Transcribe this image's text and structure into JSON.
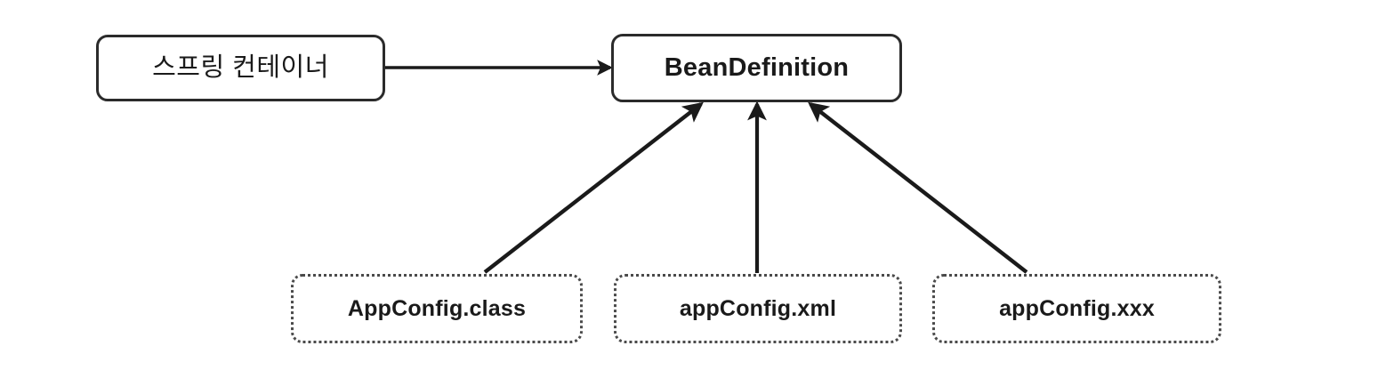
{
  "diagram": {
    "title": "Spring container BeanDefinition sources",
    "background_color": "#ffffff",
    "stroke_color": "#2b2b2b",
    "dotted_stroke_color": "#4a4a4a",
    "nodes": {
      "spring_container": {
        "label": "스프링 컨테이너",
        "shape": "rounded-rectangle",
        "border_style": "solid"
      },
      "bean_definition": {
        "label": "BeanDefinition",
        "shape": "rounded-rectangle",
        "border_style": "solid"
      },
      "appconfig_class": {
        "label": "AppConfig.class",
        "shape": "rounded-rectangle",
        "border_style": "dotted"
      },
      "appconfig_xml": {
        "label": "appConfig.xml",
        "shape": "rounded-rectangle",
        "border_style": "dotted"
      },
      "appconfig_xxx": {
        "label": "appConfig.xxx",
        "shape": "rounded-rectangle",
        "border_style": "dotted"
      }
    },
    "edges": [
      {
        "id": "spring-container-to-bean-definition",
        "from": "spring_container",
        "to": "bean_definition",
        "label": "",
        "arrowhead": "filled-triangle",
        "direction": "horizontal"
      },
      {
        "id": "appconfig-class-to-bean-definition",
        "from": "appconfig_class",
        "to": "bean_definition",
        "label": "",
        "arrowhead": "filled-triangle",
        "direction": "diagonal-up-right"
      },
      {
        "id": "appconfig-xml-to-bean-definition",
        "from": "appconfig_xml",
        "to": "bean_definition",
        "label": "",
        "arrowhead": "filled-triangle",
        "direction": "vertical-up"
      },
      {
        "id": "appconfig-xxx-to-bean-definition",
        "from": "appconfig_xxx",
        "to": "bean_definition",
        "label": "",
        "arrowhead": "filled-triangle",
        "direction": "diagonal-up-left"
      }
    ]
  }
}
